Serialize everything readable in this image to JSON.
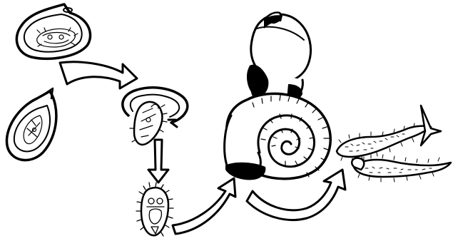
{
  "diagram": {
    "style": "black-and-white ink line drawing",
    "stages": [
      {
        "id": "egg-with-miracidium",
        "icon": "operculate-egg-icon"
      },
      {
        "id": "egg-hatching",
        "icon": "hatching-egg-icon"
      },
      {
        "id": "miracidium-emerging",
        "icon": "emerging-larva-icon"
      },
      {
        "id": "free-miracidium",
        "icon": "ciliated-larva-icon"
      },
      {
        "id": "snail-host",
        "icon": "snail-icon"
      },
      {
        "id": "cercariae",
        "icon": "cercaria-icon"
      }
    ],
    "colors": {
      "ink": "#000000",
      "paper": "#ffffff"
    }
  }
}
